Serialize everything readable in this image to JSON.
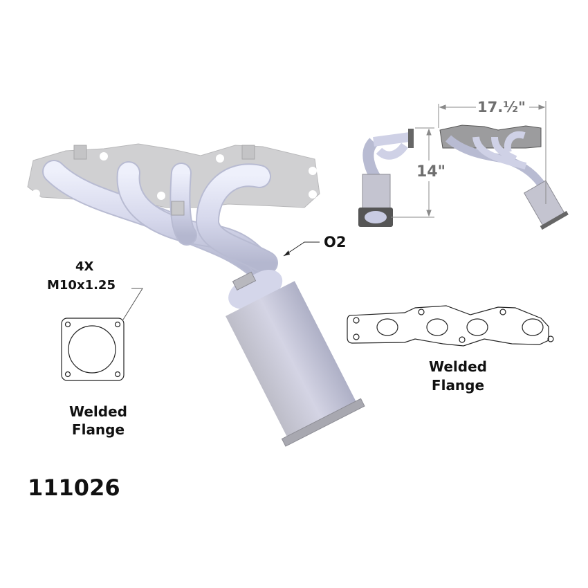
{
  "part_number": "111026",
  "callouts": {
    "o2": "O2",
    "bolt_qty": "4X",
    "bolt_spec": "M10x1.25"
  },
  "flanges": {
    "outlet": {
      "line1": "Welded",
      "line2": "Flange"
    },
    "inlet": {
      "line1": "Welded",
      "line2": "Flange"
    }
  },
  "dimensions": {
    "width": "17.½\"",
    "height": "14\""
  },
  "colors": {
    "pipe": "#d9dbee",
    "pipe_shade": "#b9bcd2",
    "plate": "#d0d0d2",
    "converter": "#c8c8d6",
    "dim_text": "#6f6f6f",
    "text": "#111111"
  }
}
